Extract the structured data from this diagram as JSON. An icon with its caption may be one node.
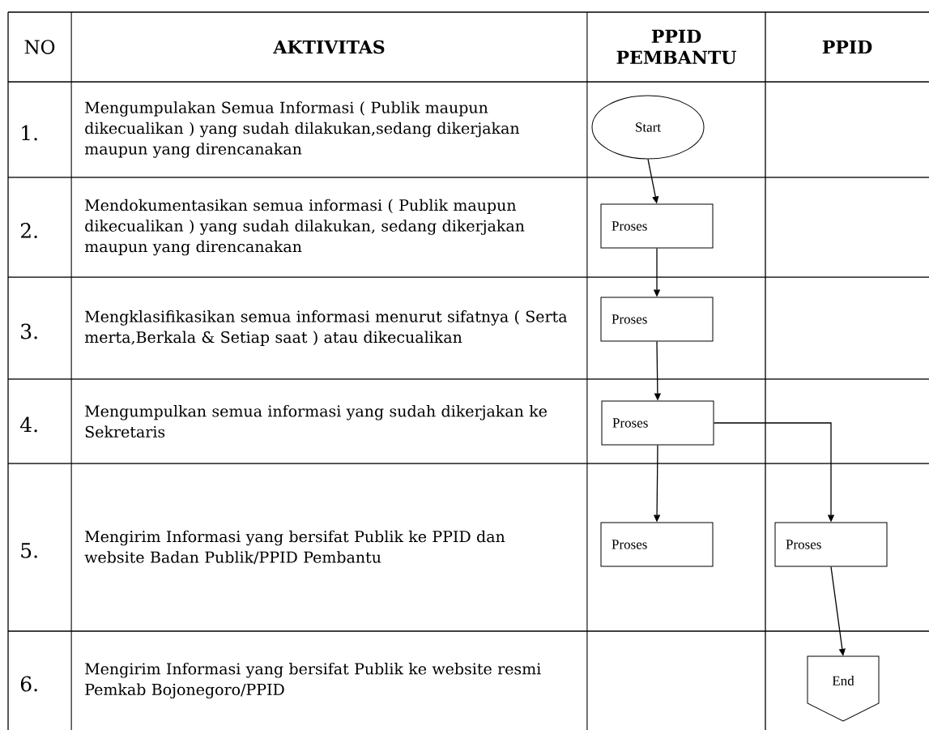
{
  "diagram": {
    "nodes": [
      {
        "text": [
          "Start"
        ]
      },
      {
        "text": [
          "Proses"
        ]
      },
      {
        "text": [
          "Proses"
        ]
      },
      {
        "text": [
          "Proses"
        ]
      },
      {
        "text": [
          "Proses"
        ]
      },
      {
        "text": [
          "Proses"
        ]
      },
      {
        "text": [
          "End"
        ]
      }
    ],
    "edges": [
      {
        "from": 0,
        "to": 1,
        "arrow": "to"
      },
      {
        "from": 1,
        "to": 2,
        "arrow": "to"
      },
      {
        "from": 2,
        "to": 3,
        "arrow": "to"
      },
      {
        "from": 3,
        "to": 4,
        "arrow": "to"
      },
      {
        "from": 3,
        "to": 5,
        "arrow": "to"
      },
      {
        "from": 5,
        "to": 6,
        "arrow": "to"
      }
    ],
    "labels": [
      "NO",
      "AKTIVITAS",
      "PPID PEMBANTU",
      "PPID",
      "1.",
      "Mengumpulakan Semua Informasi ( Publik maupun dikecualikan ) yang sudah dilakukan,sedang dikerjakan maupun yang direncanakan",
      "2.",
      "Mendokumentasikan semua informasi ( Publik maupun dikecualikan ) yang sudah dilakukan, sedang dikerjakan maupun yang direncanakan",
      "3.",
      "Mengklasifikasikan semua informasi menurut sifatnya ( Serta merta,Berkala & Setiap saat ) atau dikecualikan",
      "4.",
      "Mengumpulkan semua informasi yang sudah dikerjakan ke Sekretaris",
      "5.",
      "Mengirim Informasi yang bersifat Publik ke PPID dan website Badan Publik/PPID Pembantu",
      "6.",
      "Mengirim Informasi yang bersifat Publik ke website resmi Pemkab Bojonegoro/PPID"
    ]
  }
}
